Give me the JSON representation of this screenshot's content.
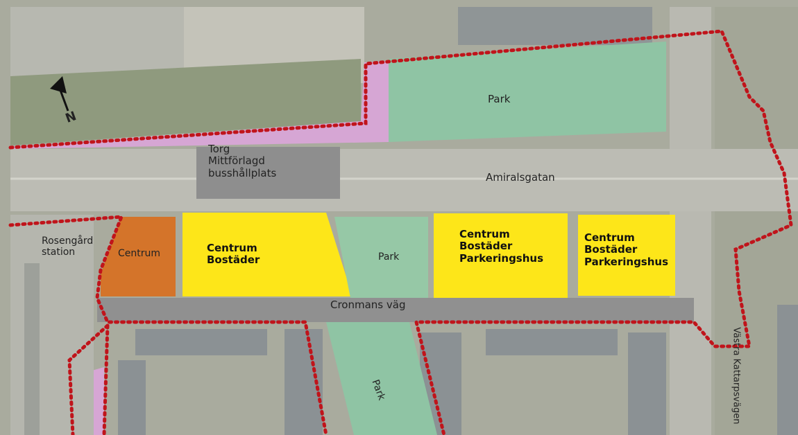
{
  "map": {
    "north_arrow": "N",
    "labels": {
      "park_top": "Park",
      "torg": "Torg\nMittförlagd\nbusshållplats",
      "amiralsgatan": "Amiralsgatan",
      "rosengard_station": "Rosengård\nstation",
      "centrum": "Centrum",
      "centrum_bostader": "Centrum\nBostäder",
      "park_mid": "Park",
      "centrum_bostader_parkeringshus_1": "Centrum\nBostäder\nParkeringshus",
      "centrum_bostader_parkeringshus_2": "Centrum\nBostäder\nParkeringshus",
      "cronmans_vag": "Cronmans väg",
      "park_bottom": "Park",
      "vastra_kattarpsvagen": "Västra Kattarpsvägen"
    },
    "colors": {
      "aerial_base": "#a9ab9e",
      "road": "#bcbcb4",
      "park": "#8fc4a4",
      "pink_path": "#d6a6d4",
      "torg_gray": "#8e8e8e",
      "cronmans_gray": "#909090",
      "yellow_zone": "#fde619",
      "orange_zone": "#d4742a",
      "boundary": "#c0141b"
    }
  }
}
